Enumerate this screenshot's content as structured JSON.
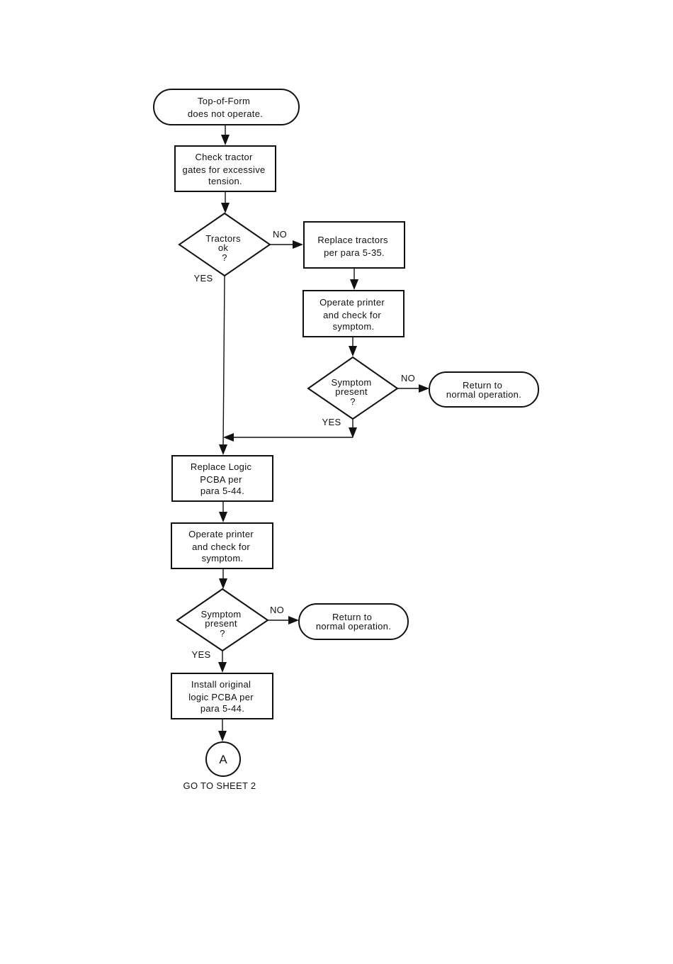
{
  "flowchart": {
    "start": {
      "lines": [
        "Top-of-Form",
        "does not operate."
      ]
    },
    "check_tractor": {
      "lines": [
        "Check tractor",
        "gates for excessive",
        "tension."
      ]
    },
    "decision_tractors": {
      "lines": [
        "Tractors",
        "ok",
        "?"
      ],
      "yes_label": "YES",
      "no_label": "NO"
    },
    "replace_tractors": {
      "lines": [
        "Replace tractors",
        "per para 5-35."
      ]
    },
    "operate_1": {
      "lines": [
        "Operate printer",
        "and check for",
        "symptom."
      ]
    },
    "decision_symptom_1": {
      "lines": [
        "Symptom",
        "present",
        "?"
      ],
      "yes_label": "YES",
      "no_label": "NO"
    },
    "return_1": {
      "lines": [
        "Return to",
        "normal operation."
      ]
    },
    "replace_logic": {
      "lines": [
        "Replace Logic",
        "PCBA per",
        "para 5-44."
      ]
    },
    "operate_2": {
      "lines": [
        "Operate printer",
        "and check for",
        "symptom."
      ]
    },
    "decision_symptom_2": {
      "lines": [
        "Symptom",
        "present",
        "?"
      ],
      "yes_label": "YES",
      "no_label": "NO"
    },
    "return_2": {
      "lines": [
        "Return to",
        "normal operation."
      ]
    },
    "install_original": {
      "lines": [
        "Install original",
        "logic PCBA per",
        "para 5-44."
      ]
    },
    "connector": {
      "letter": "A",
      "caption": "GO TO SHEET 2"
    }
  }
}
